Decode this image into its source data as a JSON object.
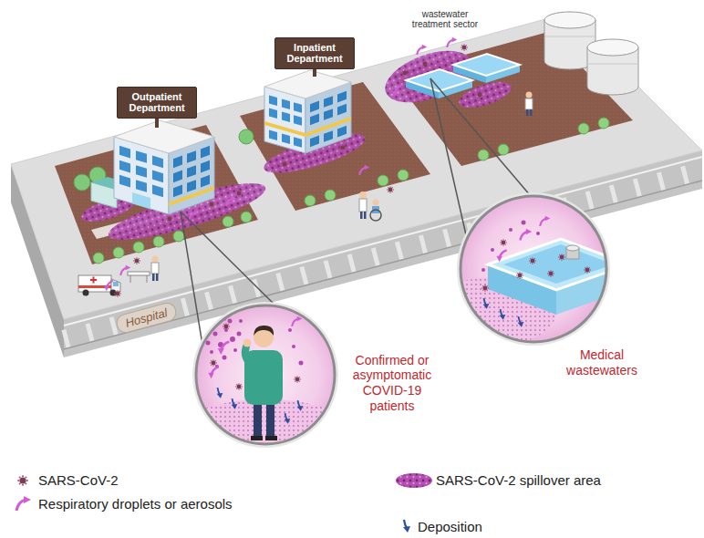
{
  "diagram": {
    "nodes": [
      {
        "text": [
          "Outpatient Department"
        ]
      },
      {
        "text": [
          "Inpatient Department"
        ]
      },
      {
        "text": [
          "Hospital"
        ]
      }
    ],
    "labels": [
      "wastewater treatment sector",
      "Confirmed or asymptomatic COVID-19 patients",
      "Medical wastewaters"
    ],
    "legend": [
      {
        "text": "SARS-CoV-2"
      },
      {
        "text": "SARS-CoV-2 spillover area"
      },
      {
        "text": "Respiratory droplets or aerosols"
      },
      {
        "text": "Deposition"
      }
    ]
  }
}
